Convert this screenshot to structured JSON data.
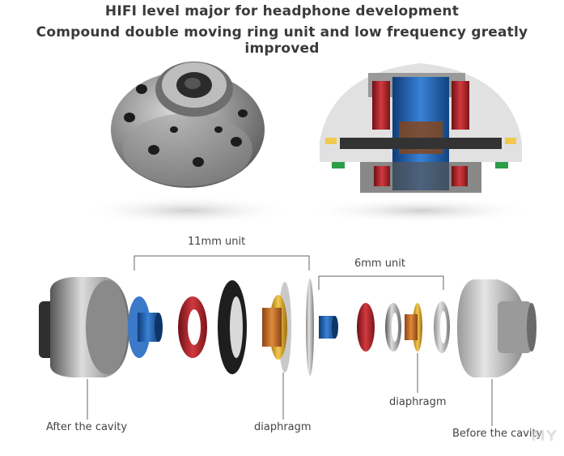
{
  "header": {
    "title": "HIFI level major for headphone development",
    "subtitle": "Compound double moving ring unit and low frequency greatly improved"
  },
  "labels": {
    "unit_11mm": "11mm unit",
    "unit_6mm": "6mm  unit",
    "after_cavity": "After the cavity",
    "diaphragm_main": "diaphragm",
    "diaphragm_small": "diaphragm",
    "before_cavity": "Before the cavity"
  },
  "watermark": "MY",
  "colors": {
    "metal": "#8a8a8a",
    "blue": "#1f5fb0",
    "red": "#b3262b",
    "gold": "#d4a017",
    "copper": "#c06a1f",
    "clear": "#b8b8b8",
    "text": "#444444"
  }
}
